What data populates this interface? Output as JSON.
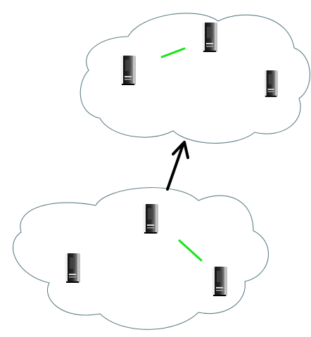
{
  "colors": {
    "background": "#ffffff",
    "cloud_stroke": "#5f7f86",
    "cloud_fill": "#ffffff",
    "link": "#19e619",
    "arrow": "#000000",
    "server_dark": "#1f1f1f",
    "server_mid": "#6d6d6d",
    "server_light": "#ececec"
  },
  "icons": {
    "server": "server-icon",
    "cloud": "cloud-icon",
    "arrow": "arrow-up-icon"
  },
  "diagram": {
    "clouds": [
      {
        "name": "top-cloud",
        "servers": 3,
        "links": 1
      },
      {
        "name": "bottom-cloud",
        "servers": 3,
        "links": 1
      }
    ],
    "connections": [
      {
        "from": "bottom-cloud",
        "to": "top-cloud",
        "kind": "arrow"
      }
    ]
  }
}
